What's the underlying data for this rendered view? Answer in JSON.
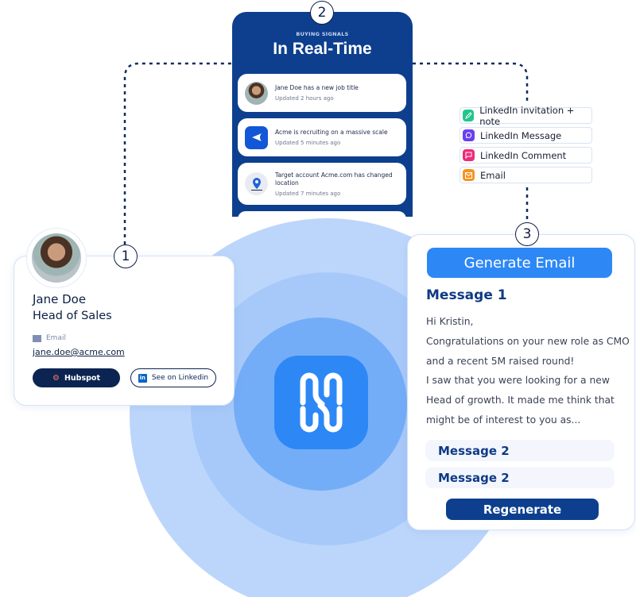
{
  "steps": [
    "1",
    "2",
    "3"
  ],
  "signals": {
    "kicker": "BUYING SIGNALS",
    "title": "In Real-Time",
    "items": [
      {
        "title": "Jane Doe has a new job title",
        "time": "Updated 2 hours ago",
        "icon": "avatar-photo"
      },
      {
        "title": "Acme is recruiting on a massive scale",
        "time": "Updated 5 minutes ago",
        "icon": "megaphone-icon"
      },
      {
        "title": "Target account Acme.com has changed location",
        "time": "Updated 7 minutes ago",
        "icon": "location-pin-icon"
      }
    ]
  },
  "channels": [
    {
      "label": "LinkedIn invitation + note",
      "icon": "pencil-icon",
      "color": "#22c58b"
    },
    {
      "label": "LinkedIn Message",
      "icon": "chat-bubble-icon",
      "color": "#6a3ff0"
    },
    {
      "label": "LinkedIn Comment",
      "icon": "comment-icon",
      "color": "#ee2a7b"
    },
    {
      "label": "Email",
      "icon": "envelope-icon",
      "color": "#f7931e"
    }
  ],
  "profile": {
    "name": "Jane Doe",
    "role": "Head of Sales",
    "email_label": "Email",
    "email": "jane.doe@acme.com",
    "hubspot_label": "Hubspot",
    "linkedin_label": "See on Linkedin"
  },
  "email": {
    "generate_label": "Generate Email",
    "message1_title": "Message 1",
    "message1_lines": [
      "Hi Kristin,",
      "Congratulations on your new role as CMO",
      "and a recent 5M raised round!",
      "I saw that you were looking for a new",
      "Head of growth. It made me think that",
      "might be of interest to you as..."
    ],
    "other_messages": [
      "Message 2",
      "Message 2"
    ],
    "regenerate_label": "Regenerate"
  },
  "colors": {
    "navy": "#0d3f8e",
    "primary_blue": "#2d88f6",
    "dark_navy": "#0b2452"
  }
}
